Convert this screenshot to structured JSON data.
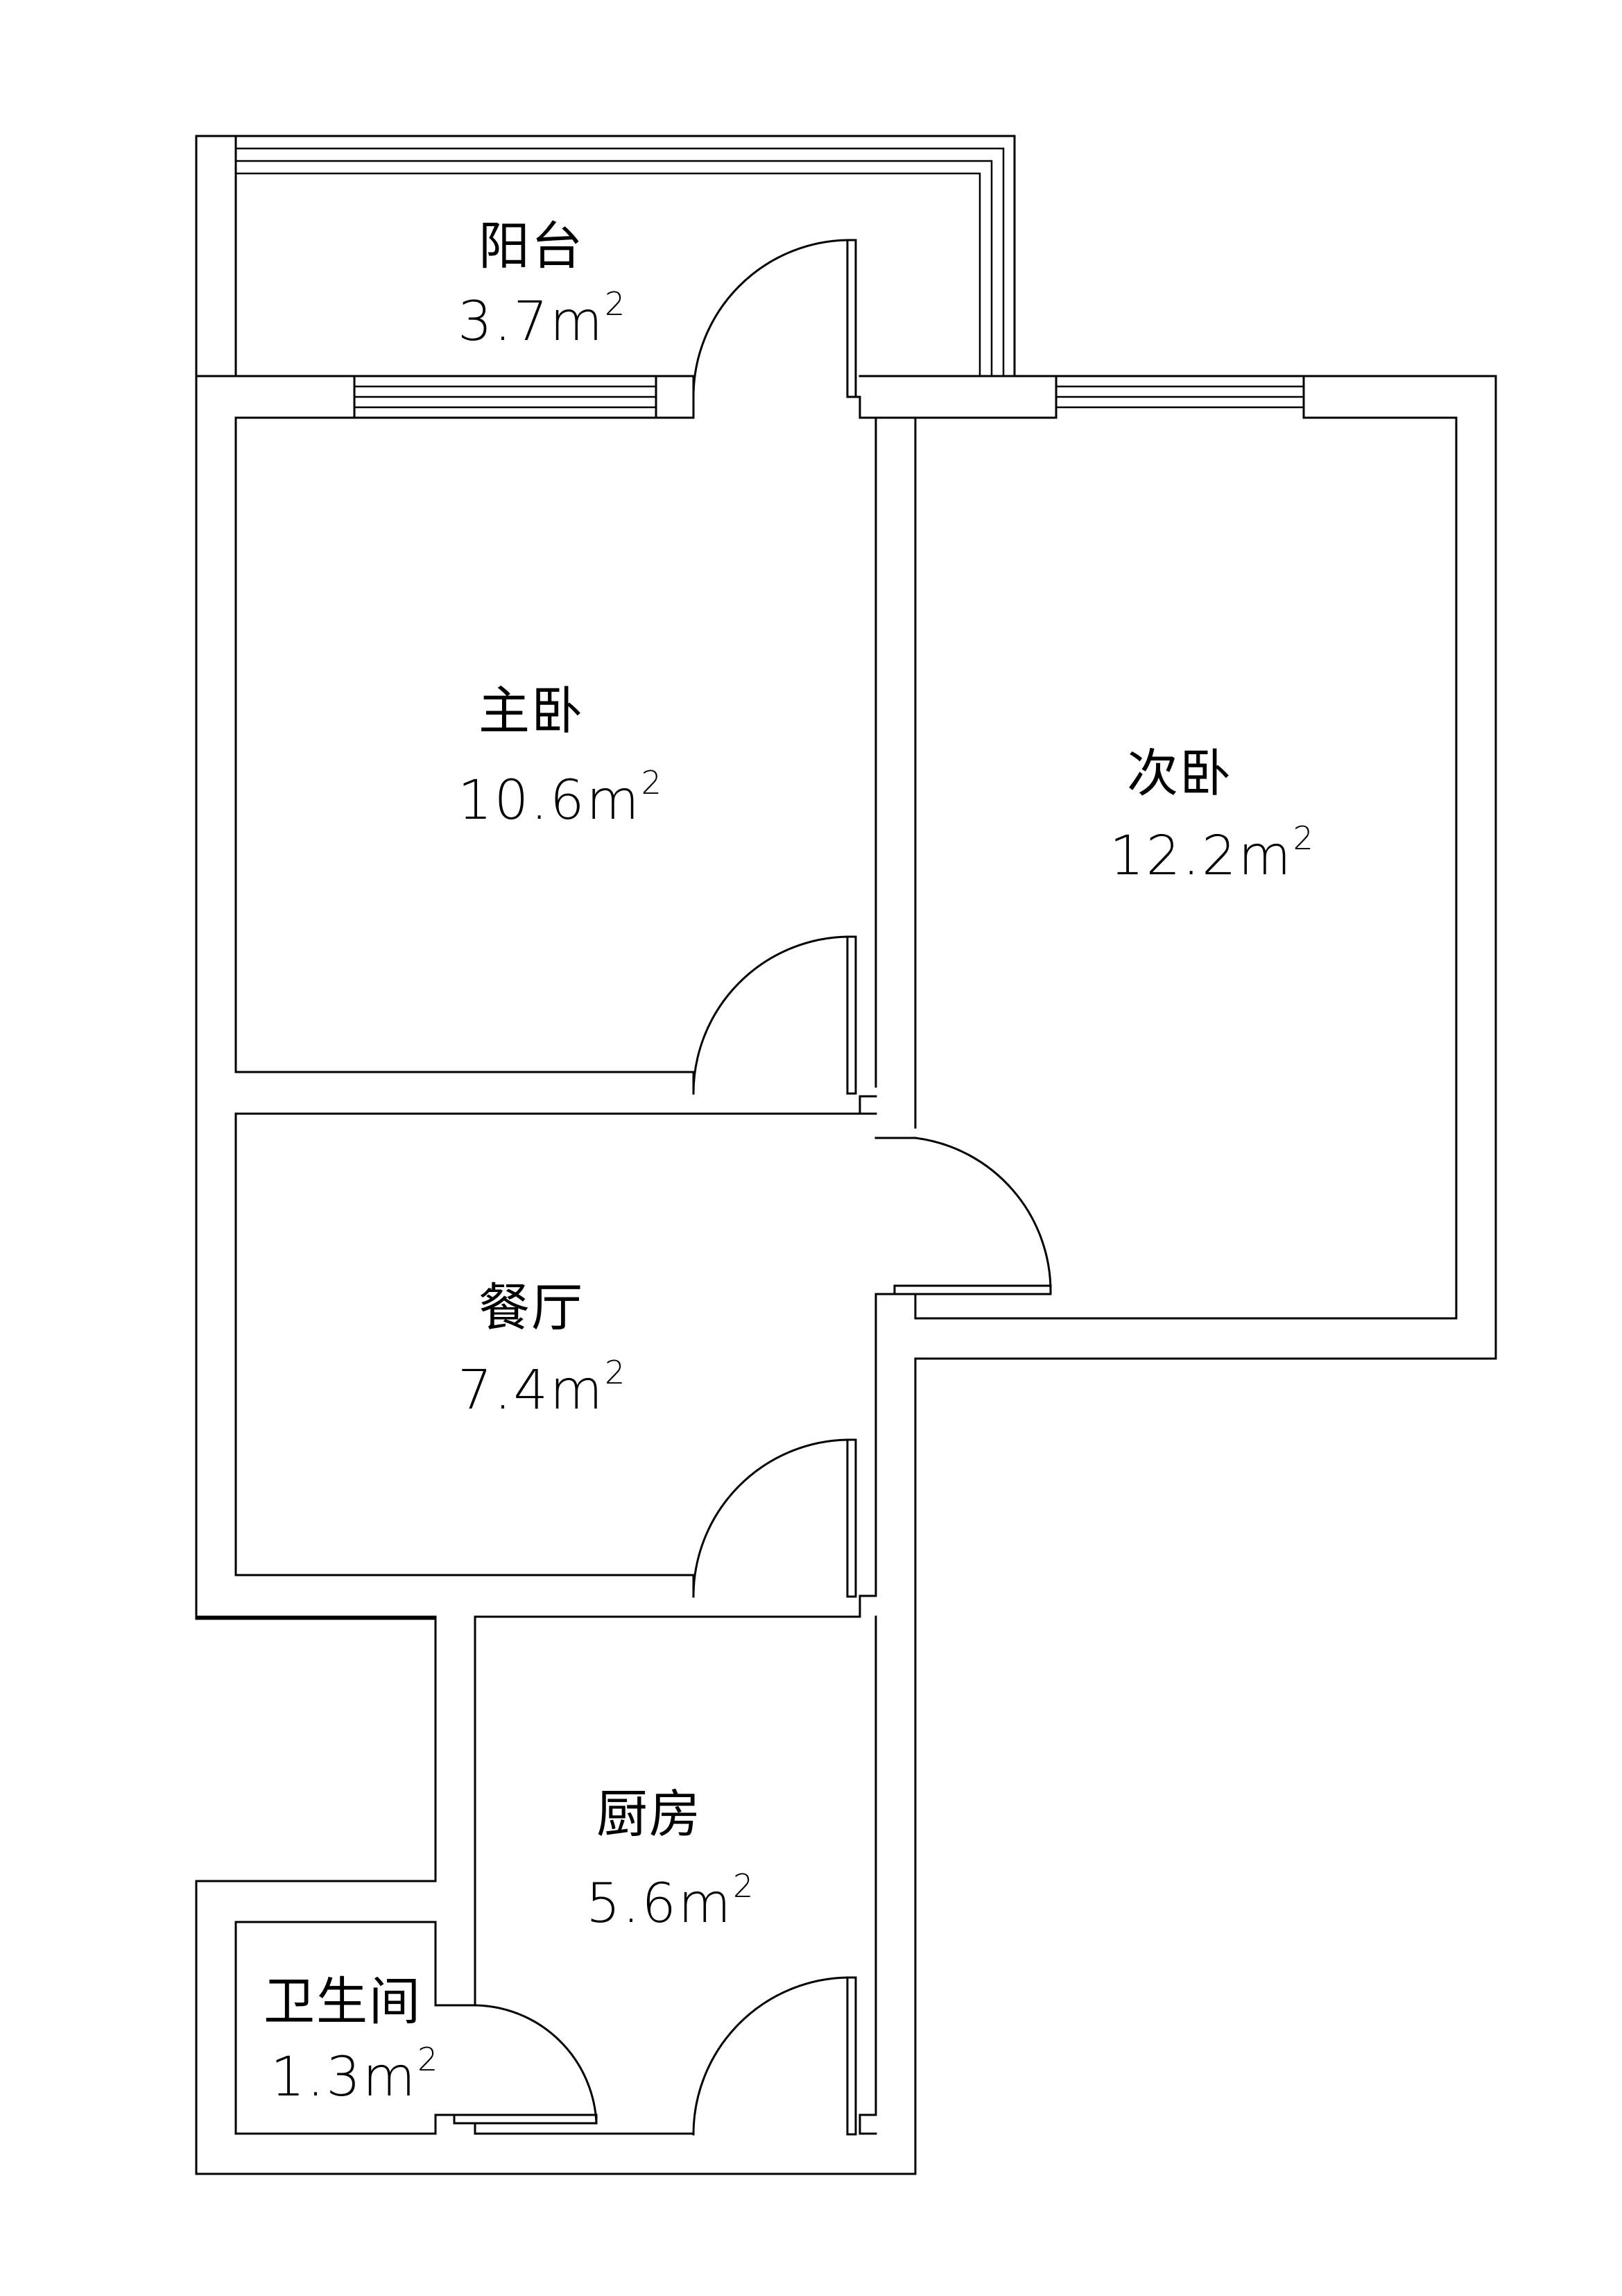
{
  "rooms": {
    "balcony": {
      "name": "阳台",
      "area": "3.7",
      "unit": "m",
      "power": "2"
    },
    "master": {
      "name": "主卧",
      "area": "10.6",
      "unit": "m",
      "power": "2"
    },
    "second": {
      "name": "次卧",
      "area": "12.2",
      "unit": "m",
      "power": "2"
    },
    "dining": {
      "name": "餐厅",
      "area": "7.4",
      "unit": "m",
      "power": "2"
    },
    "kitchen": {
      "name": "厨房",
      "area": "5.6",
      "unit": "m",
      "power": "2"
    },
    "bathroom": {
      "name": "卫生间",
      "area": "1.3",
      "unit": "m",
      "power": "2"
    }
  },
  "colors": {
    "line": "#000000",
    "background": "#ffffff"
  }
}
